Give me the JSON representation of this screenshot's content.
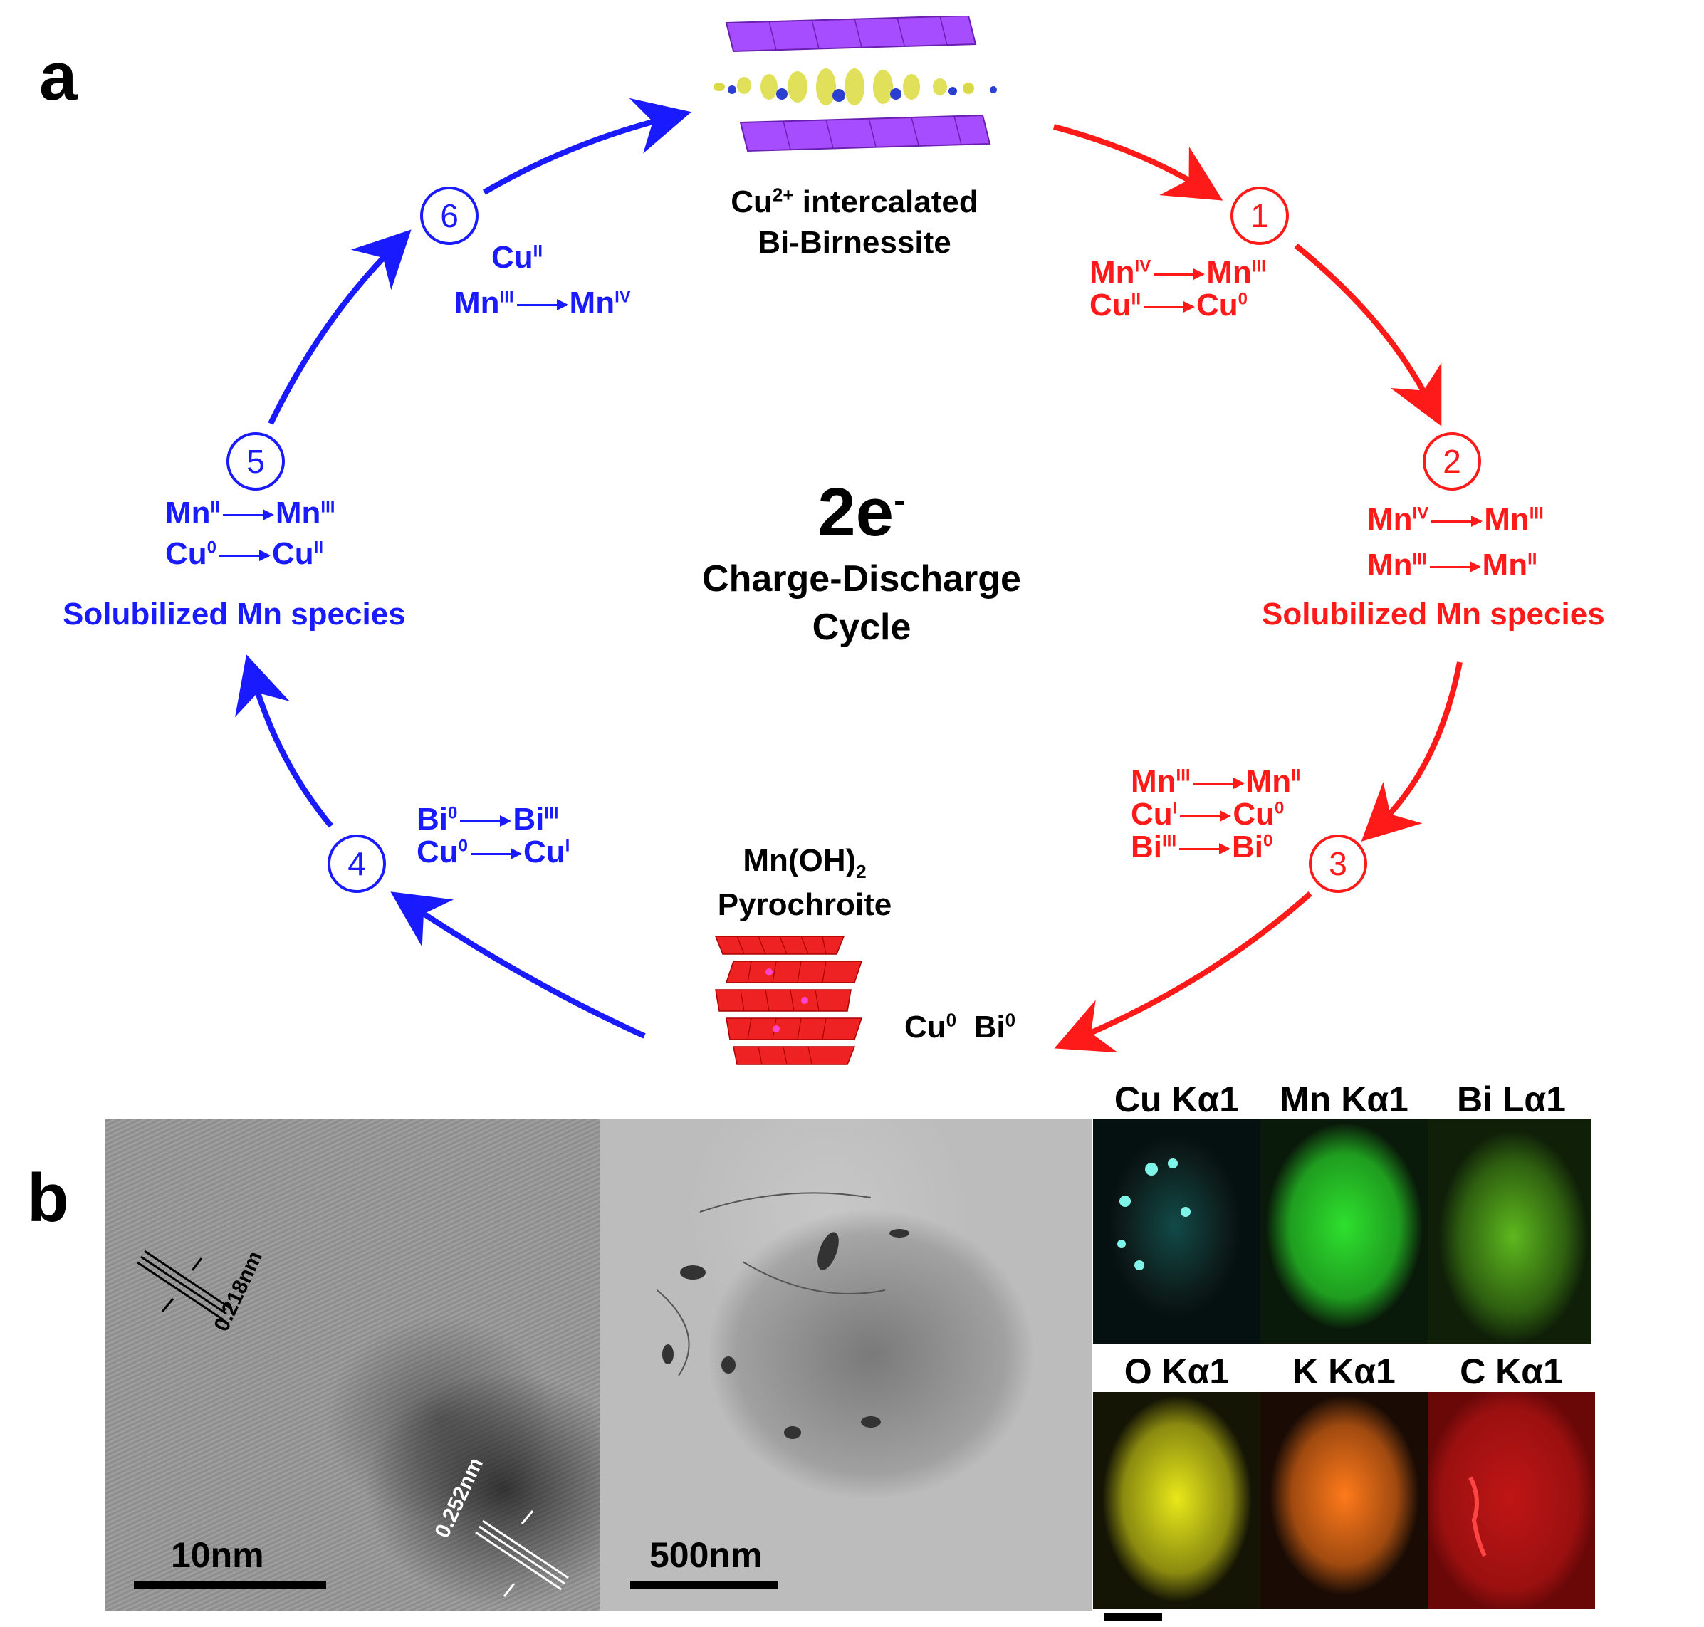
{
  "panel_a": {
    "letter": "a",
    "top_label_line1": "Cu",
    "top_label_sup": "2+",
    "top_label_line1_rest": " intercalated",
    "top_label_line2": "Bi-Birnessite",
    "center_big": "2e",
    "center_big_sup": "-",
    "center_line1": "Charge-Discharge",
    "center_line2": "Cycle",
    "bottom_label_line1": "Mn(OH)",
    "bottom_label_sub": "2",
    "bottom_label_line2": "Pyrochroite",
    "bottom_metals": "Cu",
    "bottom_metals_sup1": "0",
    "bottom_metals_2": "Bi",
    "bottom_metals_sup2": "0",
    "steps": [
      "1",
      "2",
      "3",
      "4",
      "5",
      "6"
    ],
    "step1": {
      "r1a": "Mn",
      "r1a_s": "IV",
      "r1b": "Mn",
      "r1b_s": "III",
      "r2a": "Cu",
      "r2a_s": "II",
      "r2b": "Cu",
      "r2b_s": "0"
    },
    "step2": {
      "r1a": "Mn",
      "r1a_s": "IV",
      "r1b": "Mn",
      "r1b_s": "III",
      "r2a": "Mn",
      "r2a_s": "III",
      "r2b": "Mn",
      "r2b_s": "II",
      "note": "Solubilized Mn species"
    },
    "step3": {
      "r1a": "Mn",
      "r1a_s": "III",
      "r1b": "Mn",
      "r1b_s": "II",
      "r2a": "Cu",
      "r2a_s": "I",
      "r2b": "Cu",
      "r2b_s": "0",
      "r3a": "Bi",
      "r3a_s": "III",
      "r3b": "Bi",
      "r3b_s": "0"
    },
    "step4": {
      "r1a": "Bi",
      "r1a_s": "0",
      "r1b": "Bi",
      "r1b_s": "III",
      "r2a": "Cu",
      "r2a_s": "0",
      "r2b": "Cu",
      "r2b_s": "I"
    },
    "step5": {
      "r1a": "Mn",
      "r1a_s": "II",
      "r1b": "Mn",
      "r1b_s": "III",
      "r2a": "Cu",
      "r2a_s": "0",
      "r2b": "Cu",
      "r2b_s": "II",
      "note": "Solubilized Mn species"
    },
    "step6": {
      "r1a": "Cu",
      "r1a_s": "II",
      "r2a": "Mn",
      "r2a_s": "III",
      "r2b": "Mn",
      "r2b_s": "IV"
    },
    "colors": {
      "reduction": "#ff1a1a",
      "oxidation": "#1a1aff"
    }
  },
  "panel_b": {
    "letter": "b",
    "hrtem_spacing_1": "0.218nm",
    "hrtem_spacing_2": "0.252nm",
    "hrtem_scale": "10nm",
    "tem_scale": "500nm",
    "maps": [
      {
        "label": "Cu Kα1",
        "color": "#2ee0d0"
      },
      {
        "label": "Mn Kα1",
        "color": "#33ff33"
      },
      {
        "label": "Bi Lα1",
        "color": "#66dd22"
      },
      {
        "label": "O Kα1",
        "color": "#e8e81a"
      },
      {
        "label": "K Kα1",
        "color": "#ff7a1a"
      },
      {
        "label": "C Kα1",
        "color": "#e01a1a"
      }
    ]
  }
}
